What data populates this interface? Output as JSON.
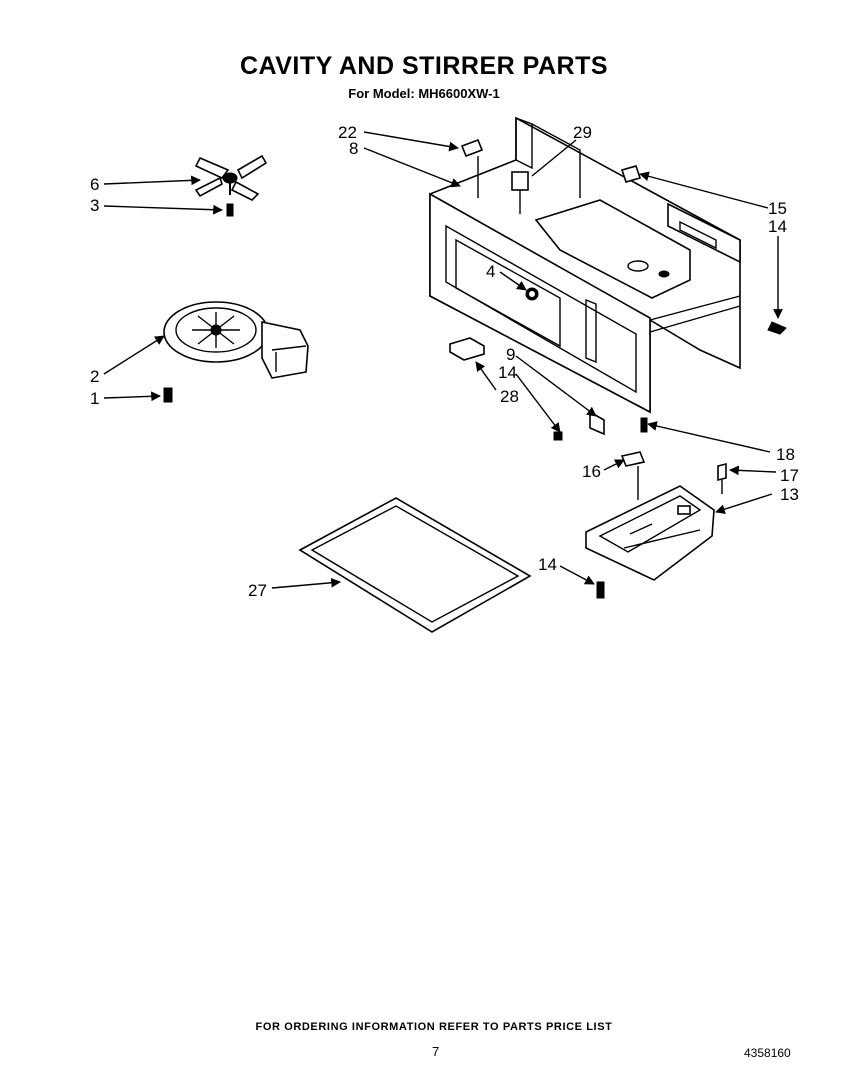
{
  "header": {
    "title": "CAVITY AND STIRRER PARTS",
    "subtitle": "For Model: MH6600XW-1"
  },
  "callouts": [
    "22",
    "8",
    "29",
    "6",
    "3",
    "15",
    "14",
    "4",
    "2",
    "1",
    "9",
    "14",
    "28",
    "18",
    "16",
    "17",
    "13",
    "14",
    "27"
  ],
  "footer": {
    "ordering_note": "FOR ORDERING INFORMATION REFER TO PARTS PRICE LIST",
    "page_number": "7",
    "document_number": "4358160"
  }
}
